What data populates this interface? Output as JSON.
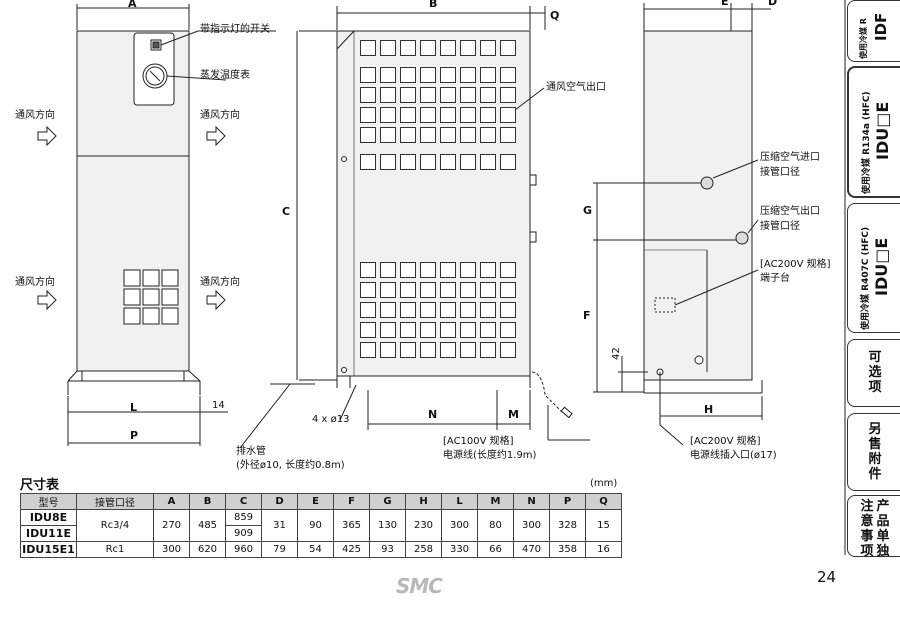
{
  "labels": {
    "switch_indicator": "带指示灯的开关",
    "evap_gauge": "蒸发温度表",
    "airflow": "通风方向",
    "airflow_out": "通风空气出口",
    "comp_in_1": "压缩空气进口",
    "comp_in_2": "接管口径",
    "comp_out_1": "压缩空气出口",
    "comp_out_2": "接管口径",
    "ac200_1": "[AC200V 规格]",
    "ac200_2": "端子台",
    "drain_1": "排水管",
    "drain_2": "(外径ø10, 长度约0.8m)",
    "holes": "4 x ø13",
    "ac100_1": "[AC100V 规格]",
    "ac100_2": "电源线(长度约1.9m)",
    "ac200b_1": "[AC200V 规格]",
    "ac200b_2": "电源线插入口(ø17)"
  },
  "dims": {
    "A": "A",
    "B": "B",
    "C": "C",
    "D": "D",
    "E": "E",
    "F": "F",
    "G": "G",
    "H": "H",
    "L": "L",
    "M": "M",
    "N": "N",
    "P": "P",
    "Q": "Q",
    "n14": "14",
    "n42": "42"
  },
  "table": {
    "title": "尺寸表",
    "unit": "(mm)",
    "headers": [
      "型号",
      "接管口径",
      "A",
      "B",
      "C",
      "D",
      "E",
      "F",
      "G",
      "H",
      "L",
      "M",
      "N",
      "P",
      "Q"
    ],
    "rows": [
      {
        "model": "IDU8E",
        "port": "Rc3/4",
        "A": "270",
        "B": "485",
        "C1": "859",
        "C2": "909",
        "D": "31",
        "E": "90",
        "F": "365",
        "G": "130",
        "H": "230",
        "L": "300",
        "M": "80",
        "N": "300",
        "P": "328",
        "Q": "15"
      },
      {
        "model": "IDU11E"
      },
      {
        "model": "IDU15E1",
        "port": "Rc1",
        "A": "300",
        "B": "620",
        "C": "960",
        "D": "79",
        "E": "54",
        "F": "425",
        "G": "93",
        "H": "258",
        "L": "330",
        "M": "66",
        "N": "470",
        "P": "358",
        "Q": "16"
      }
    ]
  },
  "tabs": {
    "t1_small": "使用冷媒 R",
    "t1_big": "IDF",
    "t2_small": "使用冷媒 R134a (HFC)",
    "t2_big": "IDU□E",
    "t3_small": "使用冷媒 R407C (HFC)",
    "t3_big": "IDU□E",
    "t4": "可选项",
    "t5": "另售附件",
    "t6a": "产品单独",
    "t6b": "注意事项"
  },
  "page_number": "24",
  "logo": "SMC"
}
